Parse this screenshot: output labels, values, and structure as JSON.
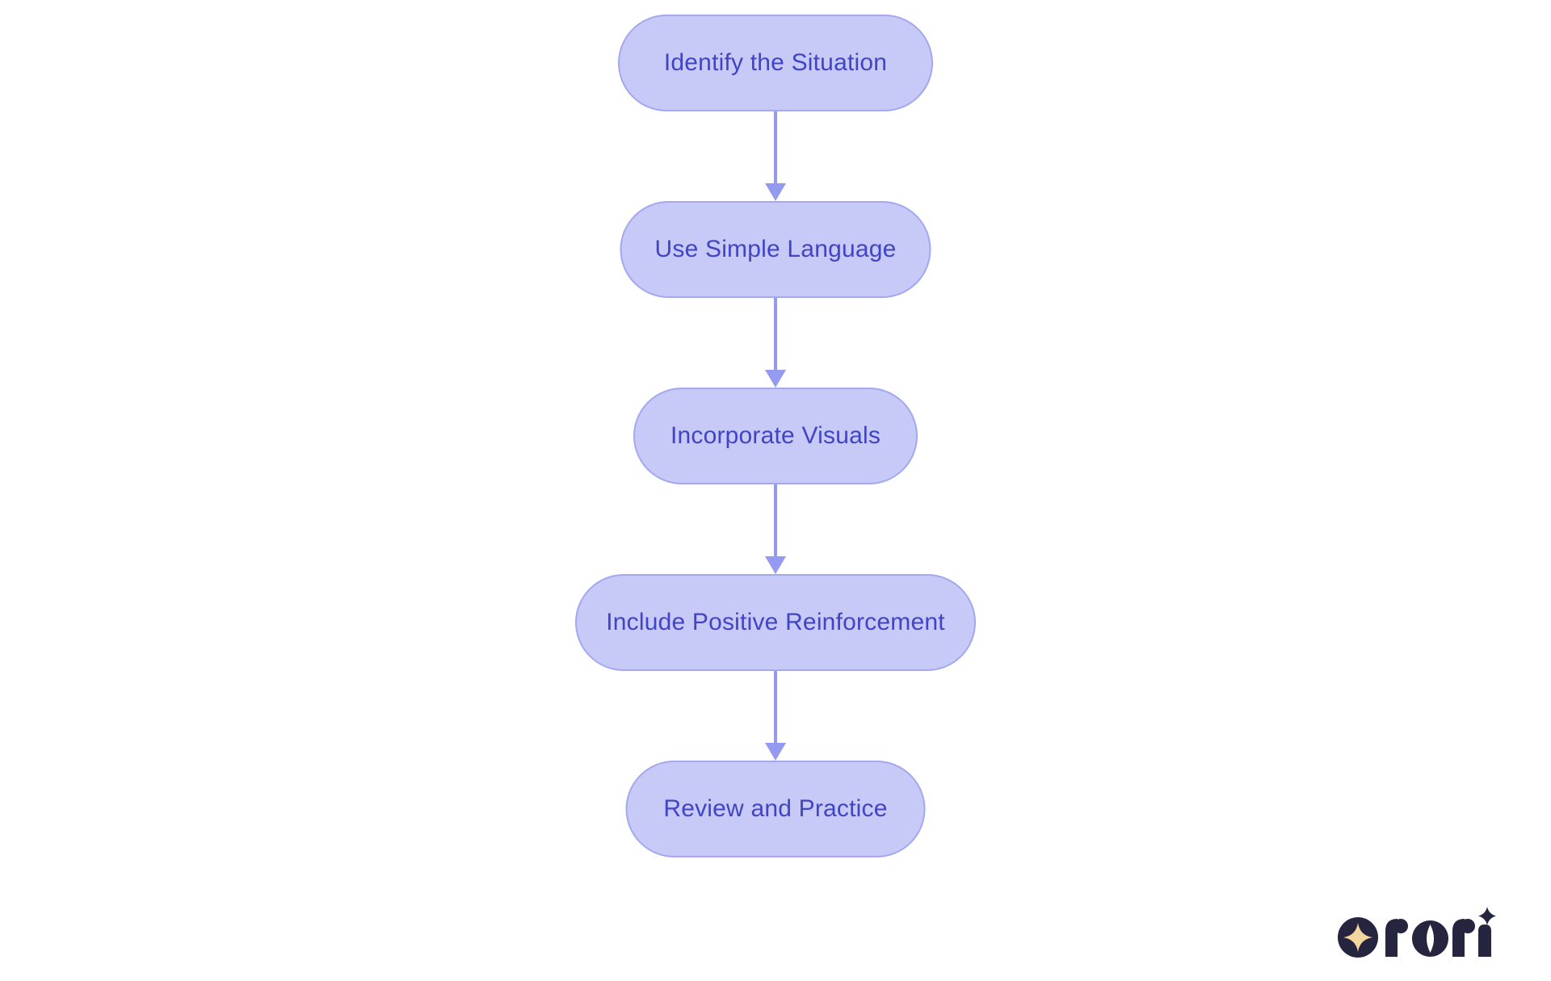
{
  "diagram": {
    "type": "flowchart",
    "direction": "top-down",
    "steps": [
      {
        "label": "Identify the Situation"
      },
      {
        "label": "Use Simple Language"
      },
      {
        "label": "Incorporate Visuals"
      },
      {
        "label": "Include Positive Reinforcement"
      },
      {
        "label": "Review and Practice"
      }
    ],
    "connectors": [
      {
        "from": 0,
        "to": 1,
        "type": "arrow-down"
      },
      {
        "from": 1,
        "to": 2,
        "type": "arrow-down"
      },
      {
        "from": 2,
        "to": 3,
        "type": "arrow-down"
      },
      {
        "from": 3,
        "to": 4,
        "type": "arrow-down"
      }
    ]
  },
  "branding": {
    "wordmark": "rori",
    "logo_mark": "four-point-star-in-circle"
  },
  "theme": {
    "bg": "#ffffff",
    "node-fill": "#c7c9f7",
    "node-border": "#a3a8f0",
    "node-text": "#4144c5",
    "arrow": "#949af0",
    "logo-navy": "#25253f",
    "logo-gold": "#f4d79f"
  }
}
